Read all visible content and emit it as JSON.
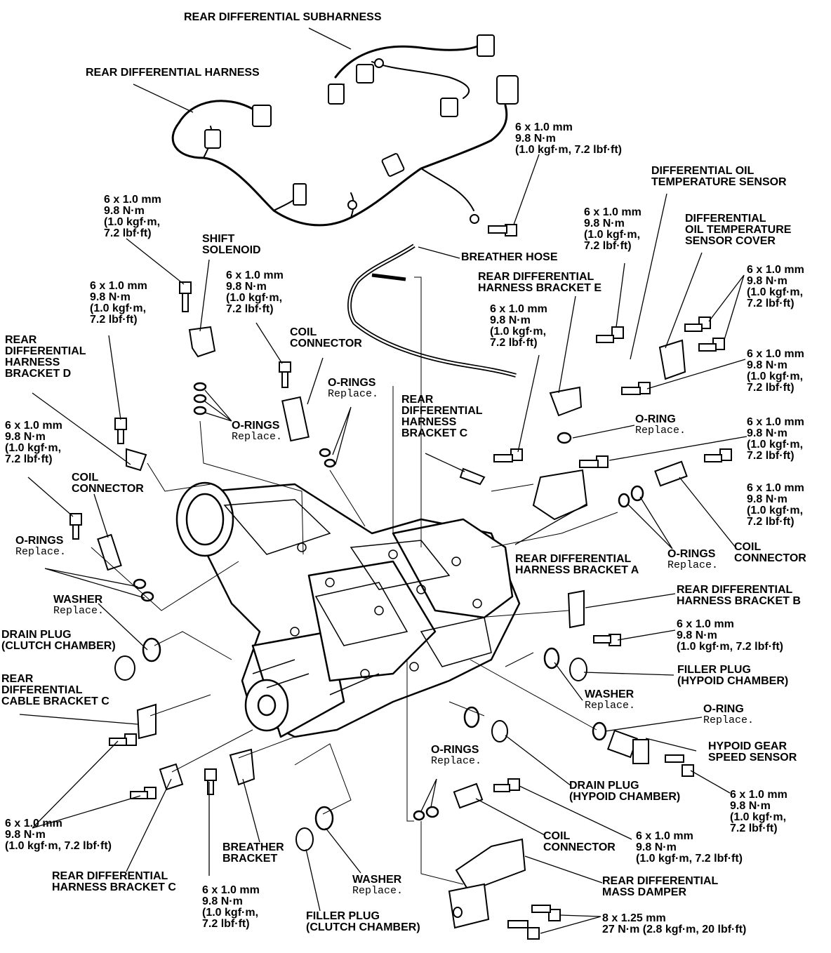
{
  "labels": {
    "rear_diff_subharness": [
      "REAR DIFFERENTIAL SUBHARNESS"
    ],
    "rear_diff_harness": [
      "REAR DIFFERENTIAL HARNESS"
    ],
    "torque_top_right": [
      "6 x 1.0 mm",
      "9.8 N·m",
      "(1.0 kgf·m, 7.2 lbf·ft)"
    ],
    "torque_upper_left": [
      "6 x 1.0 mm",
      "9.8 N·m",
      "(1.0 kgf·m,",
      "7.2 lbf·ft)"
    ],
    "shift_solenoid": [
      "SHIFT",
      "SOLENOID"
    ],
    "torque_solenoid_left": [
      "6 x 1.0 mm",
      "9.8 N·m",
      "(1.0 kgf·m,",
      "7.2 lbf·ft)"
    ],
    "torque_solenoid_right": [
      "6 x 1.0 mm",
      "9.8 N·m",
      "(1.0 kgf·m,",
      "7.2 lbf·ft)"
    ],
    "coil_connector_center": [
      "COIL",
      "CONNECTOR"
    ],
    "breather_hose": [
      "BREATHER HOSE"
    ],
    "torque_bracket_e": [
      "6 x 1.0 mm",
      "9.8 N·m",
      "(1.0 kgf·m,",
      "7.2 lbf·ft)"
    ],
    "harness_bracket_e": [
      "REAR DIFFERENTIAL",
      "HARNESS BRACKET E"
    ],
    "diff_oil_temp_sensor": [
      "DIFFERENTIAL OIL",
      "TEMPERATURE SENSOR"
    ],
    "diff_oil_temp_sensor_cover": [
      "DIFFERENTIAL",
      "OIL TEMPERATURE",
      "SENSOR COVER"
    ],
    "torque_right_1": [
      "6 x 1.0 mm",
      "9.8 N·m",
      "(1.0 kgf·m,",
      "7.2 lbf·ft)"
    ],
    "torque_right_2": [
      "6 x 1.0 mm",
      "9.8 N·m",
      "(1.0 kgf·m,",
      "7.2 lbf·ft)"
    ],
    "torque_bracket_c": [
      "6 x 1.0 mm",
      "9.8 N·m",
      "(1.0 kgf·m,",
      "7.2 lbf·ft)"
    ],
    "harness_bracket_d": [
      "REAR",
      "DIFFERENTIAL",
      "HARNESS",
      "BRACKET D"
    ],
    "o_rings_solenoid": [
      "O-RINGS",
      "Replace."
    ],
    "o_rings_center": [
      "O-RINGS",
      "Replace."
    ],
    "harness_bracket_c_upper": [
      "REAR",
      "DIFFERENTIAL",
      "HARNESS",
      "BRACKET C"
    ],
    "o_ring_temp": [
      "O-RING",
      "Replace."
    ],
    "torque_right_3": [
      "6 x 1.0 mm",
      "9.8 N·m",
      "(1.0 kgf·m,",
      "7.2 lbf·ft)"
    ],
    "torque_left_mid": [
      "6 x 1.0 mm",
      "9.8 N·m",
      "(1.0 kgf·m,",
      "7.2 lbf·ft)"
    ],
    "coil_connector_left": [
      "COIL",
      "CONNECTOR"
    ],
    "torque_right_4": [
      "6 x 1.0 mm",
      "9.8 N·m",
      "(1.0 kgf·m,",
      "7.2 lbf·ft)"
    ],
    "o_rings_left": [
      "O-RINGS",
      "Replace."
    ],
    "harness_bracket_a": [
      "REAR DIFFERENTIAL",
      "HARNESS BRACKET A"
    ],
    "o_rings_right": [
      "O-RINGS",
      "Replace."
    ],
    "coil_connector_right": [
      "COIL",
      "CONNECTOR"
    ],
    "washer_left": [
      "WASHER",
      "Replace."
    ],
    "harness_bracket_b": [
      "REAR DIFFERENTIAL",
      "HARNESS BRACKET B"
    ],
    "drain_plug_clutch": [
      "DRAIN PLUG",
      "(CLUTCH CHAMBER)"
    ],
    "torque_bracket_b": [
      "6 x 1.0 mm",
      "9.8 N·m",
      "(1.0 kgf·m, 7.2 lbf·ft)"
    ],
    "filler_plug_hypoid": [
      "FILLER PLUG",
      "(HYPOID CHAMBER)"
    ],
    "cable_bracket_c": [
      "REAR",
      "DIFFERENTIAL",
      "CABLE BRACKET C"
    ],
    "washer_right": [
      "WASHER",
      "Replace."
    ],
    "o_ring_hypoid": [
      "O-RING",
      "Replace."
    ],
    "hypoid_gear_speed_sensor": [
      "HYPOID GEAR",
      "SPEED SENSOR"
    ],
    "o_rings_bottom": [
      "O-RINGS",
      "Replace."
    ],
    "drain_plug_hypoid": [
      "DRAIN PLUG",
      "(HYPOID CHAMBER)"
    ],
    "torque_hypoid_sensor": [
      "6 x 1.0 mm",
      "9.8 N·m",
      "(1.0 kgf·m,",
      "7.2 lbf·ft)"
    ],
    "torque_bottom_left": [
      "6 x 1.0 mm",
      "9.8 N·m",
      "(1.0 kgf·m, 7.2 lbf·ft)"
    ],
    "coil_connector_bottom": [
      "COIL",
      "CONNECTOR"
    ],
    "torque_bottom_right": [
      "6 x 1.0 mm",
      "9.8 N·m",
      "(1.0 kgf·m, 7.2 lbf·ft)"
    ],
    "breather_bracket": [
      "BREATHER",
      "BRACKET"
    ],
    "harness_bracket_c_lower": [
      "REAR DIFFERENTIAL",
      "HARNESS BRACKET C"
    ],
    "washer_bottom": [
      "WASHER",
      "Replace."
    ],
    "mass_damper": [
      "REAR DIFFERENTIAL",
      "MASS DAMPER"
    ],
    "torque_bottom_center": [
      "6 x 1.0 mm",
      "9.8 N·m",
      "(1.0 kgf·m,",
      "7.2 lbf·ft)"
    ],
    "filler_plug_clutch": [
      "FILLER PLUG",
      "(CLUTCH CHAMBER)"
    ],
    "torque_mass_damper": [
      "8 x 1.25 mm",
      "27 N·m (2.8 kgf·m, 20 lbf·ft)"
    ]
  }
}
